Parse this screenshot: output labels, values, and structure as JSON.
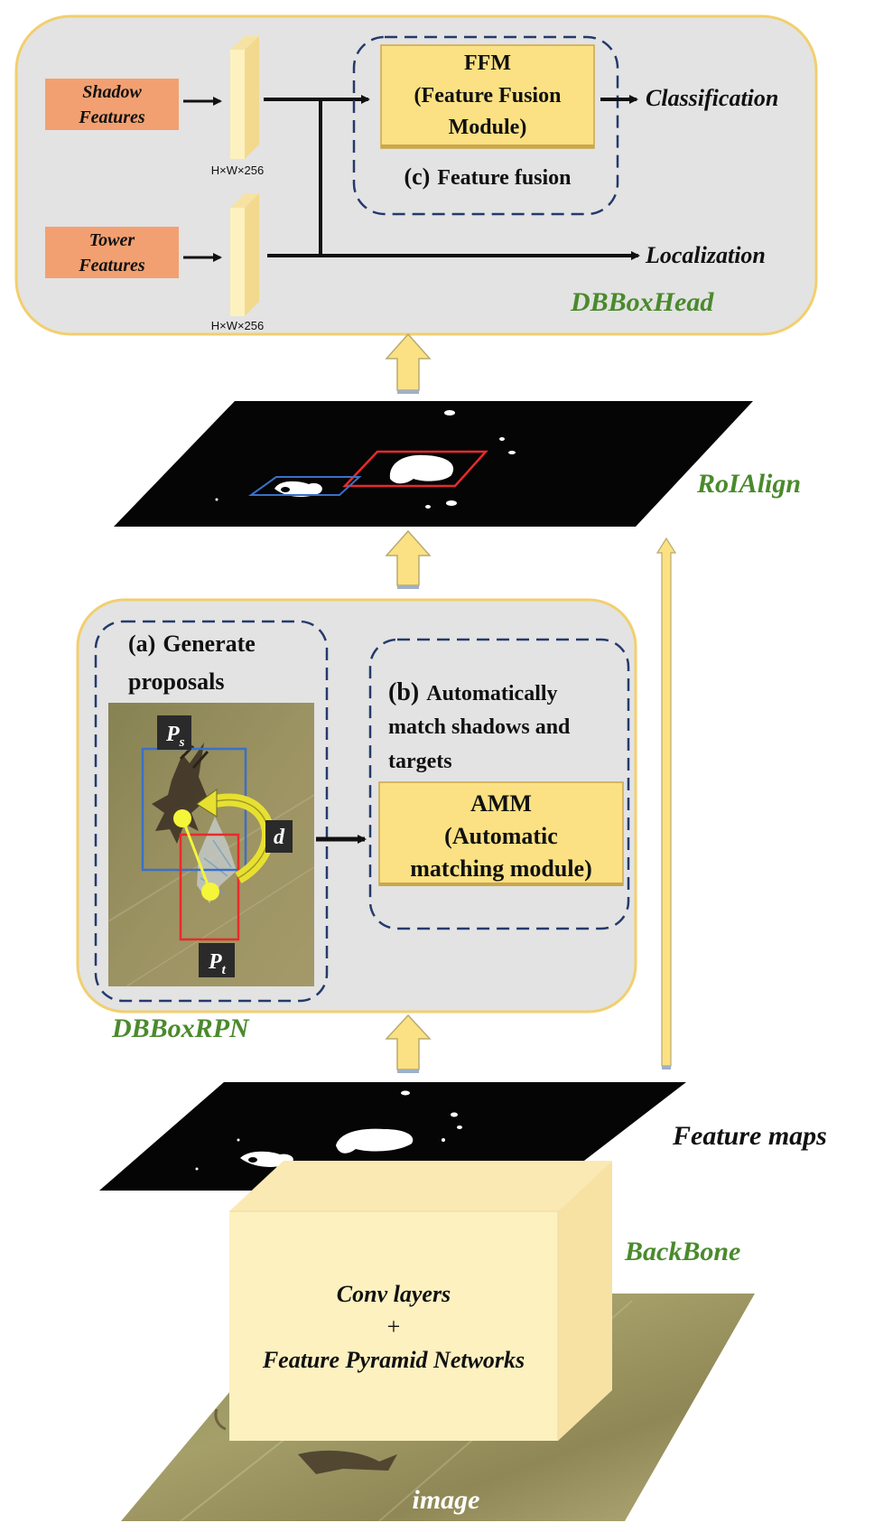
{
  "head": {
    "title": "DBBoxHead",
    "shadow_features": [
      "Shadow",
      "Features"
    ],
    "tower_features": [
      "Tower",
      "Features"
    ],
    "dim_top": "H×W×256",
    "dim_bottom": "H×W×256",
    "ffm": [
      "FFM",
      "(Feature Fusion",
      "Module)"
    ],
    "fusion_label_prefix": "(c)",
    "fusion_label_text": "Feature fusion",
    "classification": "Classification",
    "localization": "Localization"
  },
  "roialign": "RoIAlign",
  "rpn": {
    "title": "DBBoxRPN",
    "a_prefix": "(a)",
    "a_line1": "Generate",
    "a_line2": "proposals",
    "b_prefix": "(b)",
    "b_line1": "Automatically",
    "b_line2": "match shadows and",
    "b_line3": "targets",
    "amm": [
      "AMM",
      "(Automatic",
      "matching module)"
    ],
    "ps_main": "P",
    "ps_sub": "s",
    "pt_main": "P",
    "pt_sub": "t",
    "d": "d"
  },
  "feature_maps": "Feature maps",
  "backbone": {
    "title": "BackBone",
    "lines": [
      "Conv layers",
      "+",
      "Feature Pyramid Networks"
    ]
  },
  "image_label": "image",
  "colors": {
    "panel_fill": "#e3e3e3",
    "panel_border": "#f2cf6e",
    "orange": "#f2a071",
    "yellow_box": "#fbe183",
    "pale_yellow": "#fdf1c0",
    "green_text": "#4a8a2c",
    "navy_dash": "#243a6c",
    "red_box": "#e82a2a",
    "blue_box": "#3a70c8"
  }
}
